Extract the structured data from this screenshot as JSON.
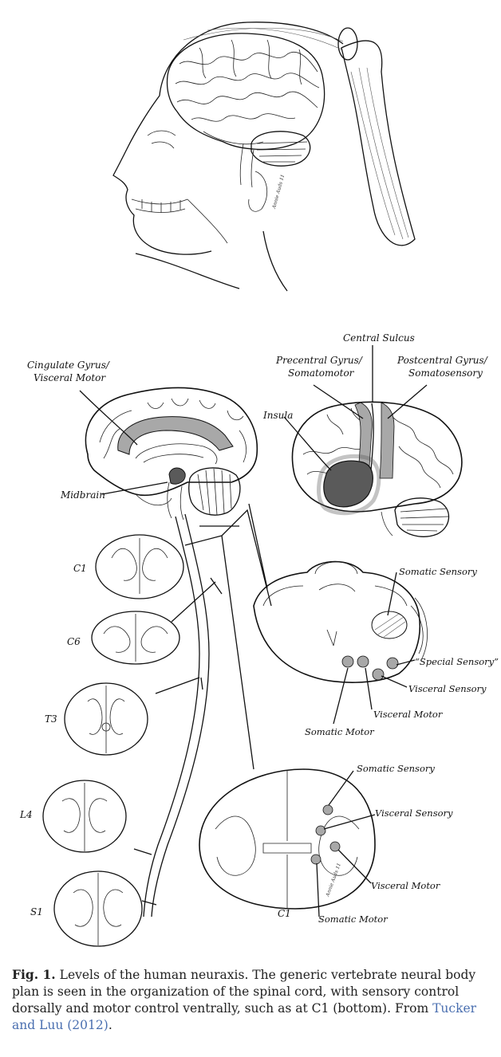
{
  "figure": {
    "labels": {
      "cingulate_line1": "Cingulate Gyrus/",
      "cingulate_line2": "Visceral Motor",
      "central_sulcus": "Central Sulcus",
      "precentral_line1": "Precentral Gyrus/",
      "precentral_line2": "Somatomotor",
      "postcentral_line1": "Postcentral Gyrus/",
      "postcentral_line2": "Somatosensory",
      "insula": "Insula",
      "midbrain": "Midbrain",
      "c1_small": "C1",
      "c6": "C6",
      "t3": "T3",
      "l4": "L4",
      "s1": "S1",
      "c1_large": "C1",
      "bs_somatic_sensory": "Somatic Sensory",
      "bs_special_sensory": "“Special Sensory”",
      "bs_visceral_sensory": "Visceral Sensory",
      "bs_visceral_motor": "Visceral Motor",
      "bs_somatic_motor": "Somatic Motor",
      "sc_somatic_sensory": "Somatic Sensory",
      "sc_visceral_sensory": "Visceral Sensory",
      "sc_visceral_motor": "Visceral Motor",
      "sc_somatic_motor": "Somatic Motor"
    },
    "signature_top": "Annie Auds 11",
    "signature_bottom": "Annie Auds 11"
  },
  "caption": {
    "fig_label": "Fig. 1.",
    "text": " Levels of the human neuraxis. The generic vertebrate neural body plan is seen in the organization of the spinal cord, with sensory control dorsally and motor control ventrally, such as at C1 (bottom). From ",
    "reference": "Tucker and Luu (2012)",
    "end": "."
  },
  "colors": {
    "shade_light": "#a8a8a8",
    "shade_dark": "#5a5a5a",
    "ink": "#111111",
    "link": "#4a6fb0"
  }
}
